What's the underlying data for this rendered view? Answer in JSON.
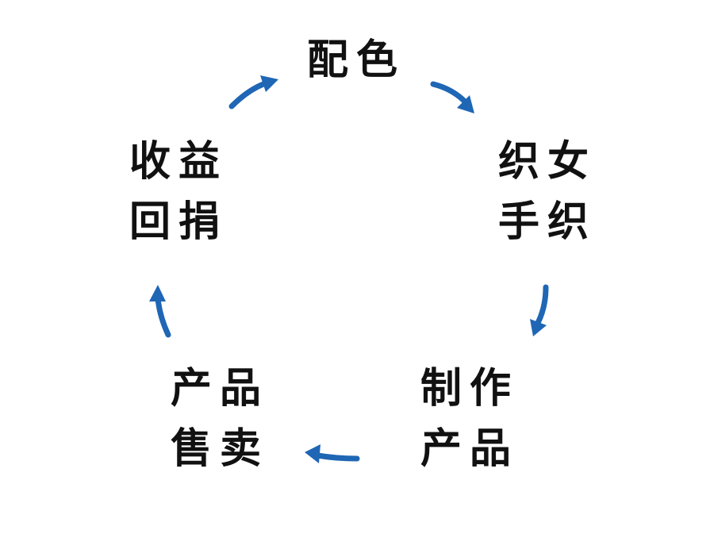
{
  "diagram": {
    "accent_color": "#1f66b5",
    "nodes": [
      {
        "id": "color-matching",
        "lines": [
          "配色"
        ]
      },
      {
        "id": "weaving",
        "lines": [
          "织女",
          "手织"
        ]
      },
      {
        "id": "making-products",
        "lines": [
          "制作",
          "产品"
        ]
      },
      {
        "id": "product-sales",
        "lines": [
          "产品",
          "售卖"
        ]
      },
      {
        "id": "income-donation",
        "lines": [
          "收益",
          "回捐"
        ]
      }
    ],
    "edges": [
      {
        "from": "color-matching",
        "to": "weaving"
      },
      {
        "from": "weaving",
        "to": "making-products"
      },
      {
        "from": "making-products",
        "to": "product-sales"
      },
      {
        "from": "product-sales",
        "to": "income-donation"
      },
      {
        "from": "income-donation",
        "to": "color-matching"
      }
    ]
  }
}
